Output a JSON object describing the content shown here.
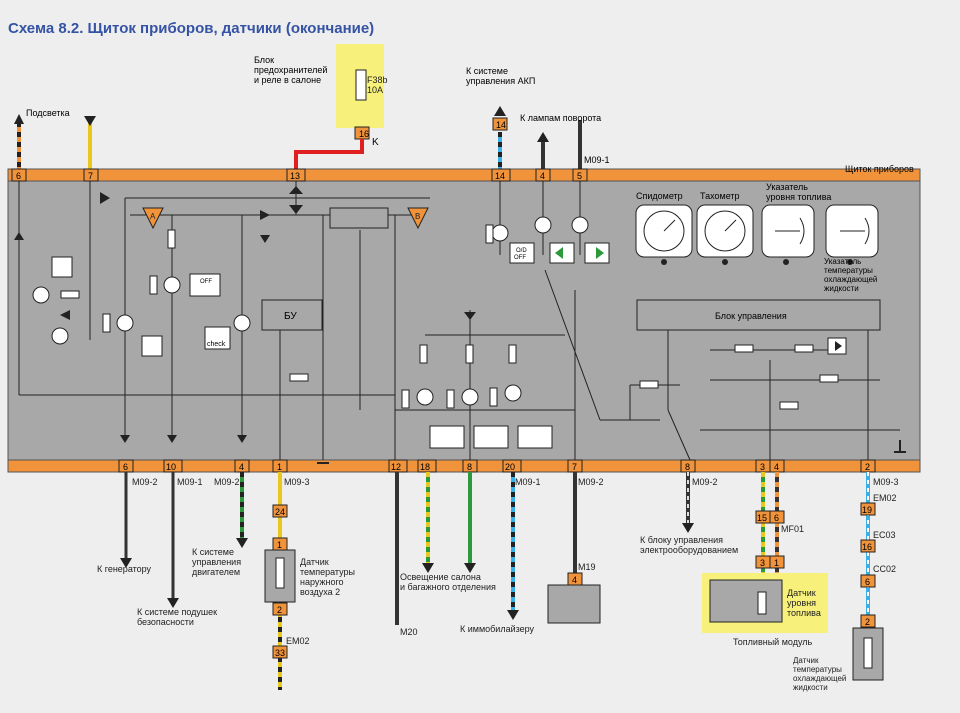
{
  "title": "Схема 8.2. Щиток приборов, датчики (окончание)",
  "colors": {
    "panel": "#a8a8a8",
    "bus": "#f0933a",
    "yellow": "#e8c81e",
    "red": "#e02020",
    "blue": "#3ab0e8",
    "green": "#2c9a3a",
    "callout": "#f7f07a",
    "lamp_orange": "#f0933a"
  },
  "fuse_block": {
    "label": "Блок предохранителей и реле в салоне",
    "fuse": "F38b",
    "rating": "10A",
    "pin": "16",
    "connector": "K"
  },
  "top_labels": {
    "illum": "Подсветка",
    "akp": "К системе управления АКП",
    "turn": "К лампам поворота",
    "panel": "Щиток приборов",
    "conn_top": "M09-1",
    "pin_akp": "14"
  },
  "top_pins": [
    "6",
    "7",
    "13",
    "14",
    "4",
    "5"
  ],
  "gauges": {
    "speedo": "Спидометр",
    "tacho": "Тахометр",
    "fuel_ind": "Указатель уровня топлива",
    "temp_ind": "Указатель температуры охлаждающей жидкости"
  },
  "blocks": {
    "bu": "БУ",
    "control": "Блок управления",
    "lamp_a": "A",
    "lamp_b": "B",
    "od_off": "O/D OFF",
    "check": "check",
    "off": "OFF"
  },
  "bottom_pins": [
    "6",
    "10",
    "4",
    "1",
    "12",
    "18",
    "8",
    "20",
    "7",
    "8",
    "3",
    "4",
    "2"
  ],
  "connectors": {
    "m09_2": "M09-2",
    "m09_1": "M09-1",
    "m09_3": "M09-3",
    "em02": "EM02",
    "ec03": "EC03",
    "cc02": "CC02",
    "mf01": "MF01",
    "m19": "M19",
    "m20": "M20"
  },
  "wire_pins": {
    "p24": "24",
    "p1": "1",
    "p2": "2",
    "p33": "33",
    "p4": "4",
    "p15": "15",
    "p6": "6",
    "p3": "3",
    "p1b": "1",
    "p19": "19",
    "p16": "16",
    "p6b": "6",
    "p2b": "2"
  },
  "bottom_labels": {
    "generator": "К генератору",
    "airbag": "К системе подушек безопасности",
    "engine": "К системе управления двигателем",
    "air_temp": "Датчик температуры наружного воздуха 2",
    "interior": "Освещение салона и багажного отделения",
    "immo": "К иммобилайзеру",
    "body_ecu": "К блоку управления электрооборудованием",
    "fuel_sensor": "Датчик уровня топлива",
    "fuel_module": "Топливный модуль",
    "coolant": "Датчик температуры охлаждающей жидкости"
  }
}
